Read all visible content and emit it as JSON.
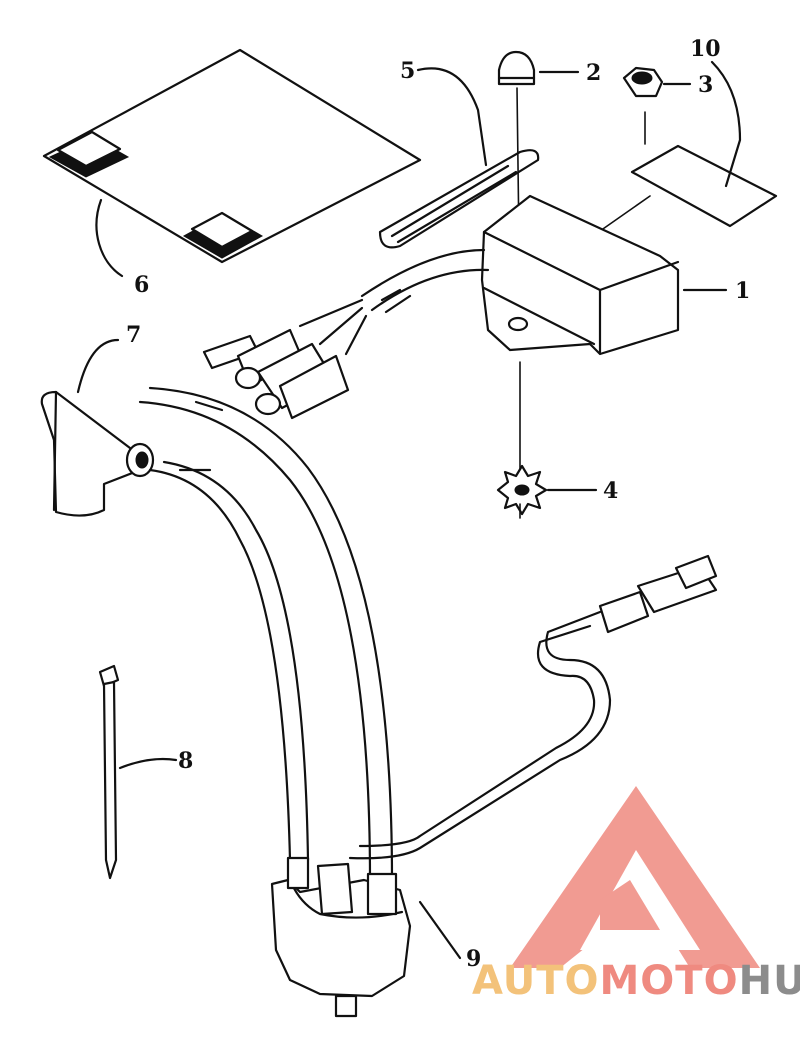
{
  "diagram": {
    "callouts": [
      {
        "id": "1",
        "label": "1"
      },
      {
        "id": "2",
        "label": "2"
      },
      {
        "id": "3",
        "label": "3"
      },
      {
        "id": "4",
        "label": "4"
      },
      {
        "id": "5",
        "label": "5"
      },
      {
        "id": "6",
        "label": "6"
      },
      {
        "id": "7",
        "label": "7"
      },
      {
        "id": "8",
        "label": "8"
      },
      {
        "id": "9",
        "label": "9"
      },
      {
        "id": "10",
        "label": "10"
      }
    ]
  },
  "watermark": {
    "part1": "AUTO",
    "part2": "MOTO",
    "part3": "HUB",
    "colors": {
      "auto": "#f3c27a",
      "moto": "#ef8a80",
      "hub": "#8c8c8c",
      "logo": "#ef8a80"
    }
  }
}
